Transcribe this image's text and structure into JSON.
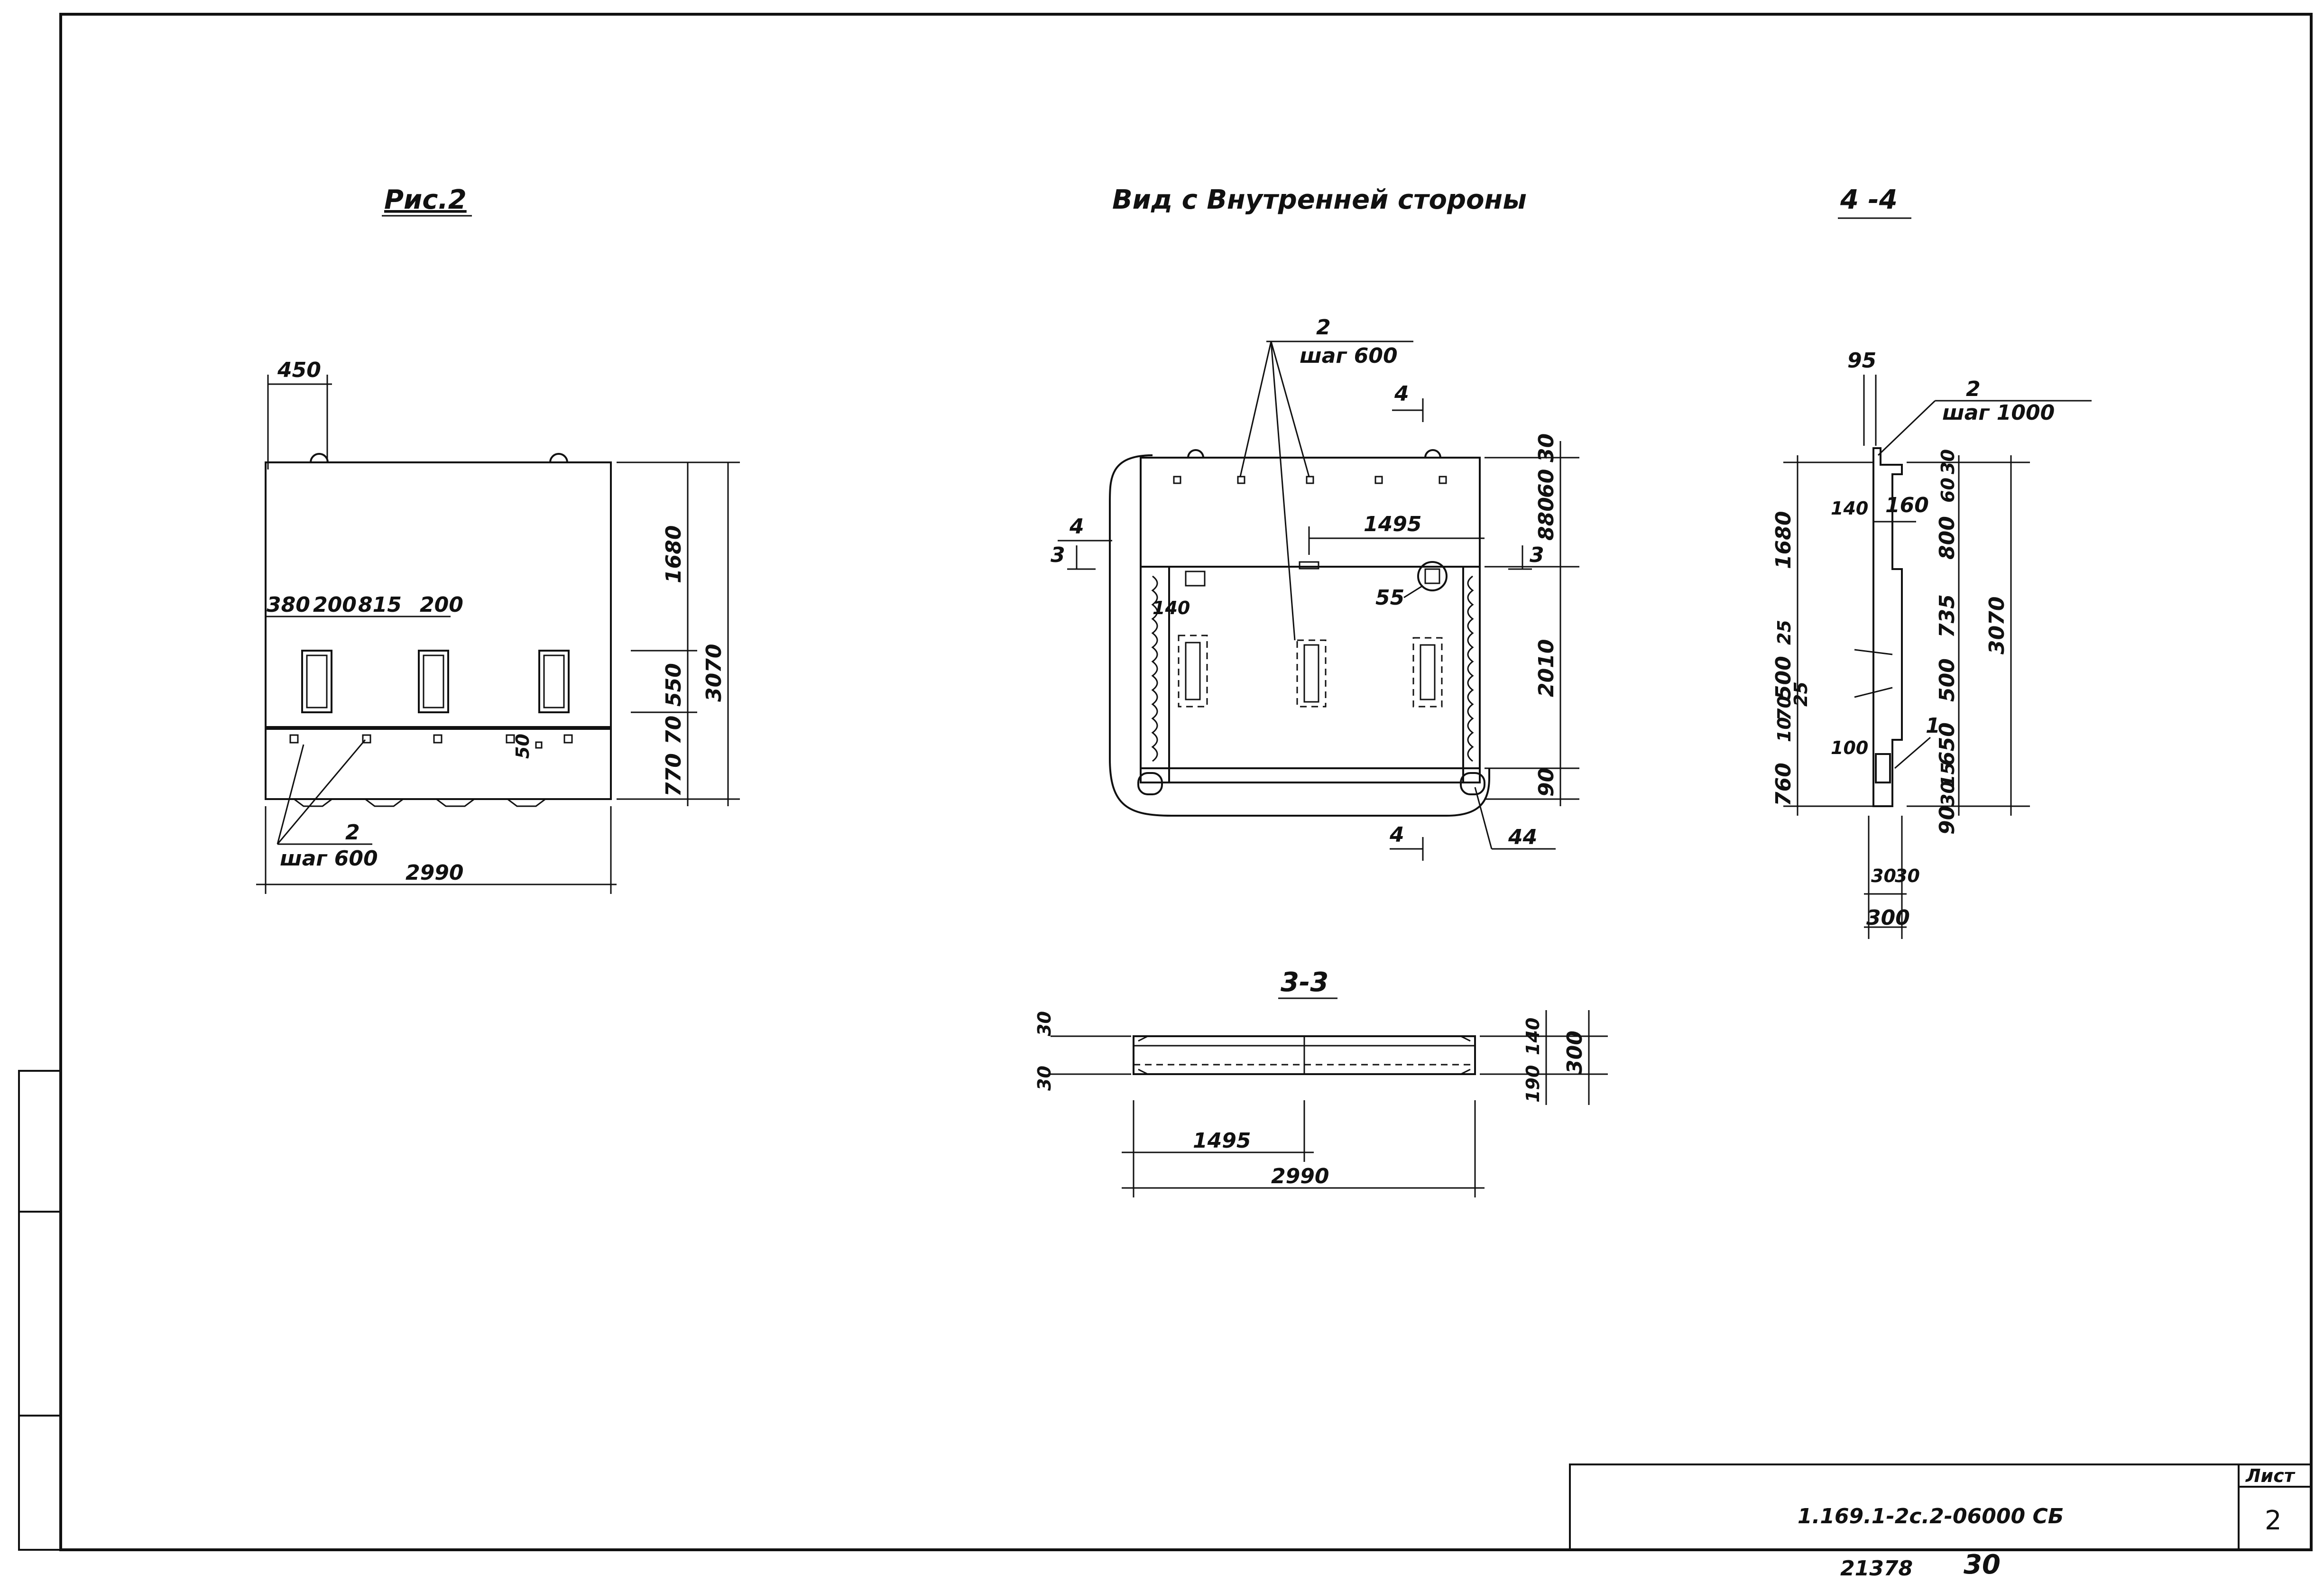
{
  "figure": {
    "fig_label": "Рис.2",
    "dims": {
      "top": "450",
      "openings": [
        "380",
        "200",
        "815",
        "200"
      ],
      "right_a": "1680",
      "right_b": "550",
      "right_c": "70",
      "right_d": "770",
      "right_total": "3070",
      "bottom_total": "2990",
      "small": "50"
    },
    "callout": {
      "num": "2",
      "step": "шаг 600"
    }
  },
  "inner_view": {
    "title": "Вид с Внутренней стороны",
    "callout": {
      "num": "2",
      "step": "шаг 600"
    },
    "dims": {
      "top_a": "30",
      "top_b": "60",
      "top_c": "880",
      "center": "1495",
      "mid": "2010",
      "bottom": "90",
      "d140": "140",
      "d55": "55",
      "d44": "44",
      "d4": "4"
    },
    "section_marks": {
      "sec4": "4",
      "sec3": "3"
    }
  },
  "section44": {
    "title": "4 -4",
    "callout": {
      "num": "2",
      "step": "шаг 1000"
    },
    "dims": {
      "d95": "95",
      "d140": "140",
      "d160": "160",
      "d100": "100",
      "d30a": "30",
      "d60": "60",
      "d800": "800",
      "d735": "735",
      "d500": "500",
      "d650": "650",
      "d15": "15",
      "d30b": "30",
      "d90": "90",
      "d3070": "3070",
      "left1680": "1680",
      "left25a": "25",
      "left500": "500",
      "left25b": "25",
      "left10": "10",
      "left70": "70",
      "left760": "760",
      "bot30a": "30",
      "bot30b": "30",
      "bot300": "300",
      "label1": "1"
    }
  },
  "section33": {
    "title": "3-3",
    "dims": {
      "left30a": "30",
      "left30b": "30",
      "r140": "140",
      "r190": "190",
      "r300": "300",
      "d1495": "1495",
      "d2990": "2990"
    }
  },
  "title_block": {
    "code": "1.169.1-2с.2-06000 СБ",
    "sheet_label": "Лист",
    "sheet_num": "2",
    "archive_no": "21378",
    "archive_sheet": "30"
  }
}
